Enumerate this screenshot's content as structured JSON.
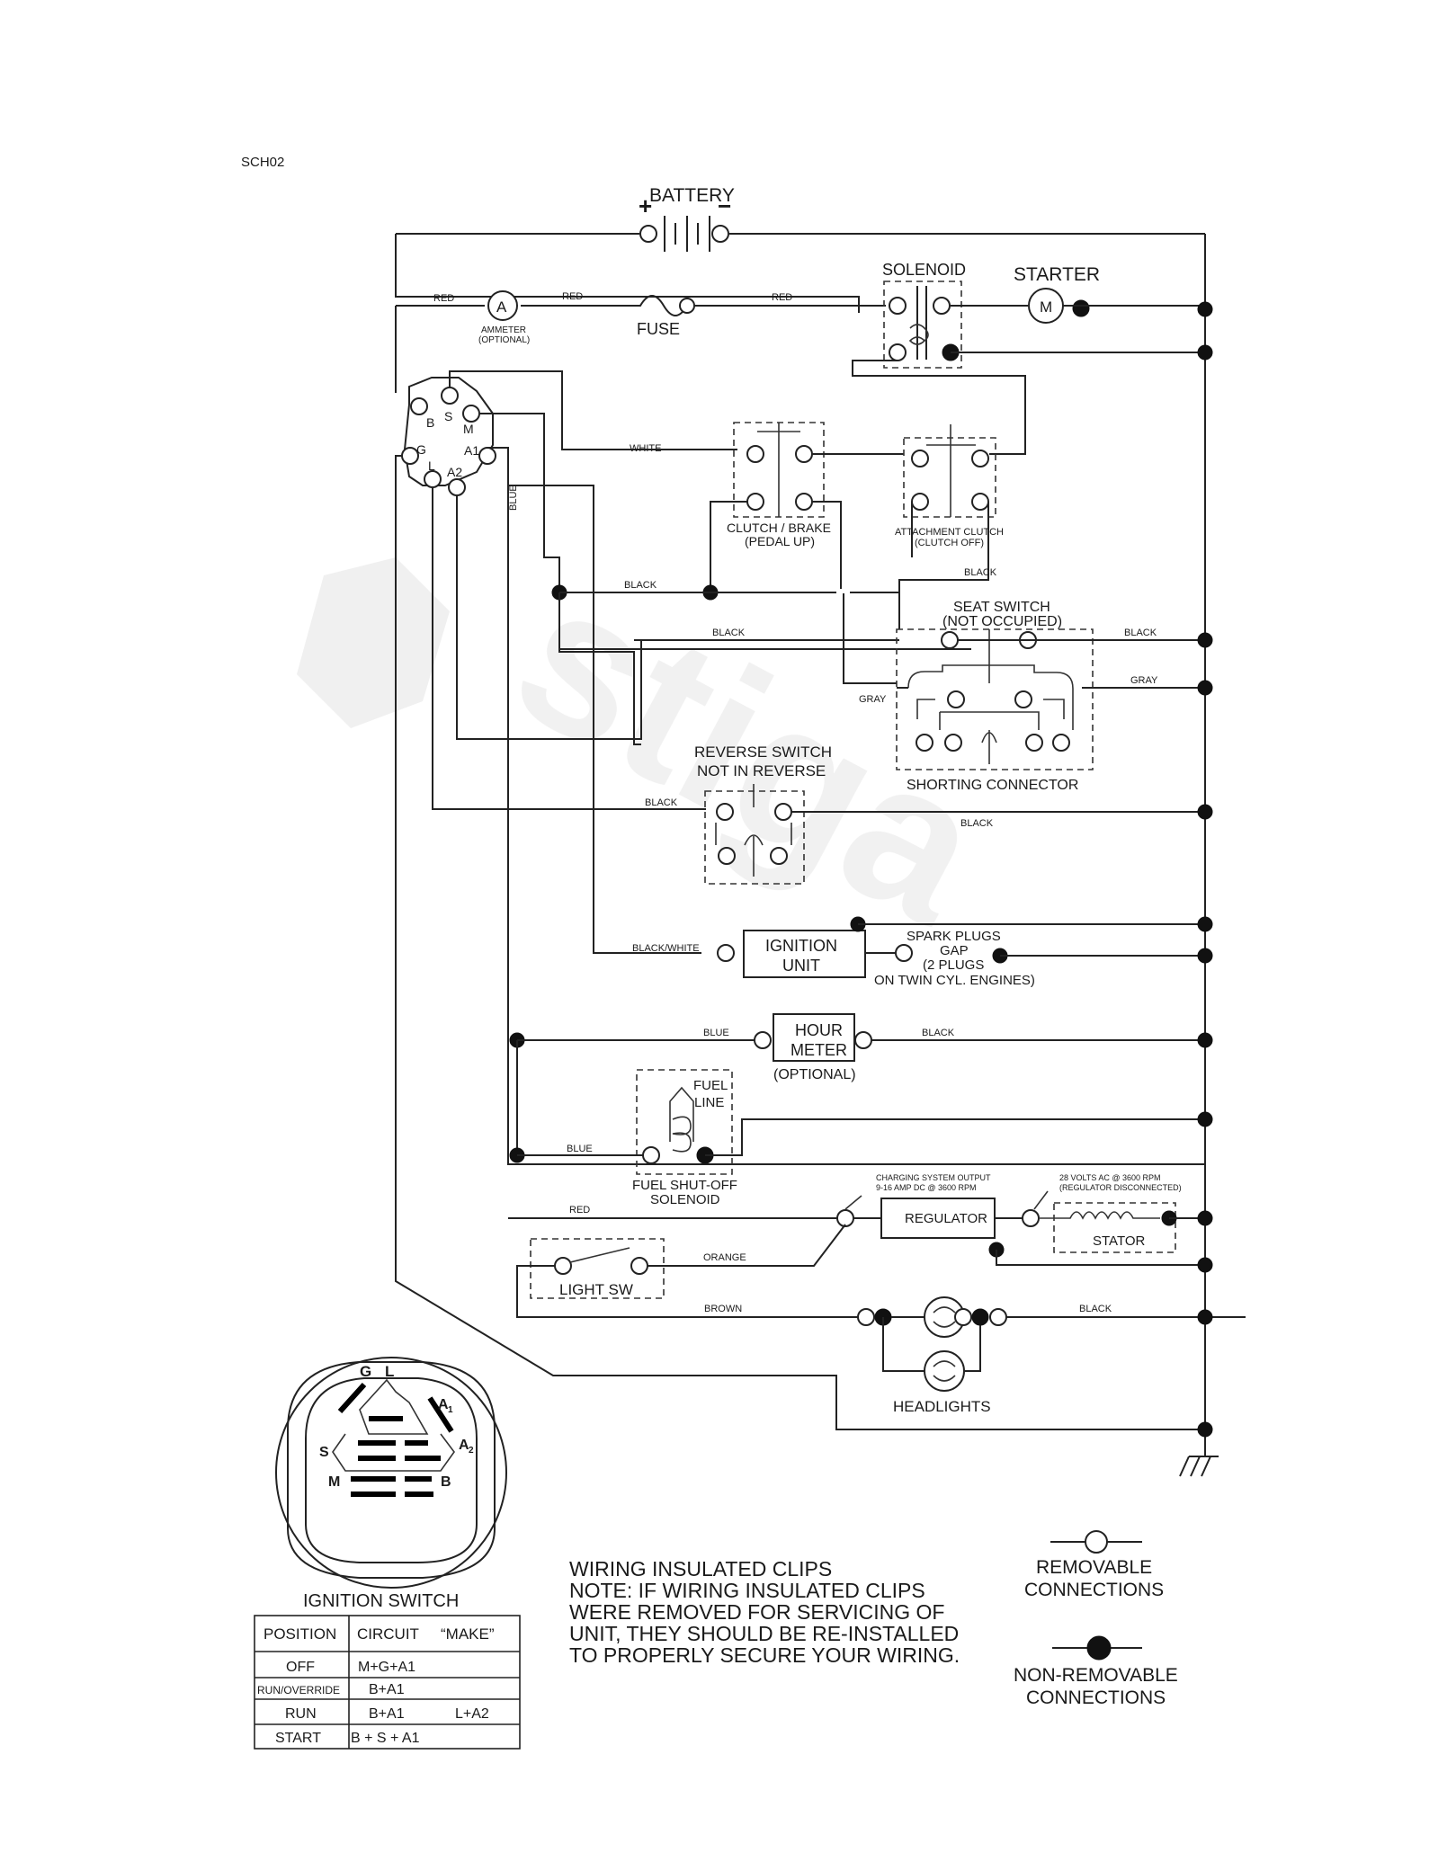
{
  "doc_id": "SCH02",
  "components": {
    "battery": "BATTERY",
    "battery_plus": "+",
    "battery_minus": "−",
    "solenoid": "SOLENOID",
    "starter": "STARTER",
    "starter_m": "M",
    "ammeter_a": "A",
    "ammeter_line1": "AMMETER",
    "ammeter_line2": "(OPTIONAL)",
    "fuse": "FUSE",
    "clutch_line1": "CLUTCH / BRAKE",
    "clutch_line2": "(PEDAL UP)",
    "attach_line1": "ATTACHMENT CLUTCH",
    "attach_line2": "(CLUTCH OFF)",
    "seat_line1": "SEAT SWITCH",
    "seat_line2": "(NOT OCCUPIED)",
    "shorting": "SHORTING CONNECTOR",
    "reverse_line1": "REVERSE SWITCH",
    "reverse_line2": "NOT IN REVERSE",
    "ignition_line1": "IGNITION",
    "ignition_line2": "UNIT",
    "spark_line1": "SPARK PLUGS",
    "spark_line2": "GAP",
    "spark_line3": "(2 PLUGS",
    "spark_line4": "ON TWIN CYL. ENGINES)",
    "hour_line1": "HOUR",
    "hour_line2": "METER",
    "hour_opt": "(OPTIONAL)",
    "fuel_line1": "FUEL",
    "fuel_line2": "LINE",
    "fuel_sol1": "FUEL SHUT-OFF",
    "fuel_sol2": "SOLENOID",
    "charging1": "CHARGING SYSTEM OUTPUT",
    "charging2": "9-16 AMP DC @ 3600 RPM",
    "volts1": "28 VOLTS AC @ 3600 RPM",
    "volts2": "(REGULATOR DISCONNECTED)",
    "regulator": "REGULATOR",
    "stator": "STATOR",
    "light_sw": "LIGHT SW",
    "headlights": "HEADLIGHTS",
    "ignition_switch": "IGNITION SWITCH"
  },
  "terminals": {
    "b": "B",
    "s": "S",
    "m": "M",
    "g": "G",
    "a1": "A1",
    "l": "L",
    "a2": "A2"
  },
  "wire_labels": {
    "red1": "RED",
    "red2": "RED",
    "red3": "RED",
    "red4": "RED",
    "white": "WHITE",
    "blue1": "BLUE",
    "blue2": "BLUE",
    "blue3": "BLUE",
    "black1": "BLACK",
    "black2": "BLACK",
    "black3": "BLACK",
    "black4": "BLACK",
    "black5": "BLACK",
    "black6": "BLACK",
    "black7": "BLACK",
    "black8": "BLACK",
    "gray": "GRAY",
    "gray2": "GRAY",
    "black_white": "BLACK/WHITE",
    "orange": "ORANGE",
    "brown": "BROWN"
  },
  "switch_face": {
    "g": "G",
    "l": "L",
    "a1": "A",
    "a1_sub": "1",
    "a2": "A",
    "a2_sub": "2",
    "s": "S",
    "m": "M",
    "b": "B"
  },
  "table": {
    "headers": [
      "POSITION",
      "CIRCUIT",
      "“MAKE”"
    ],
    "rows": [
      {
        "position": "OFF",
        "circuit": "M+G+A1",
        "make": ""
      },
      {
        "position": "RUN/OVERRIDE",
        "circuit": "B+A1",
        "make": ""
      },
      {
        "position": "RUN",
        "circuit": "B+A1",
        "make": "L+A2"
      },
      {
        "position": "START",
        "circuit": "B + S + A1",
        "make": ""
      }
    ]
  },
  "note": {
    "title": "WIRING INSULATED CLIPS",
    "line1": "NOTE: IF WIRING INSULATED CLIPS",
    "line2": "WERE REMOVED FOR SERVICING OF",
    "line3": "UNIT, THEY SHOULD BE RE-INSTALLED",
    "line4": "TO PROPERLY SECURE YOUR WIRING."
  },
  "legend": {
    "removable1": "REMOVABLE",
    "removable2": "CONNECTIONS",
    "nonremovable1": "NON-REMOVABLE",
    "nonremovable2": "CONNECTIONS"
  }
}
